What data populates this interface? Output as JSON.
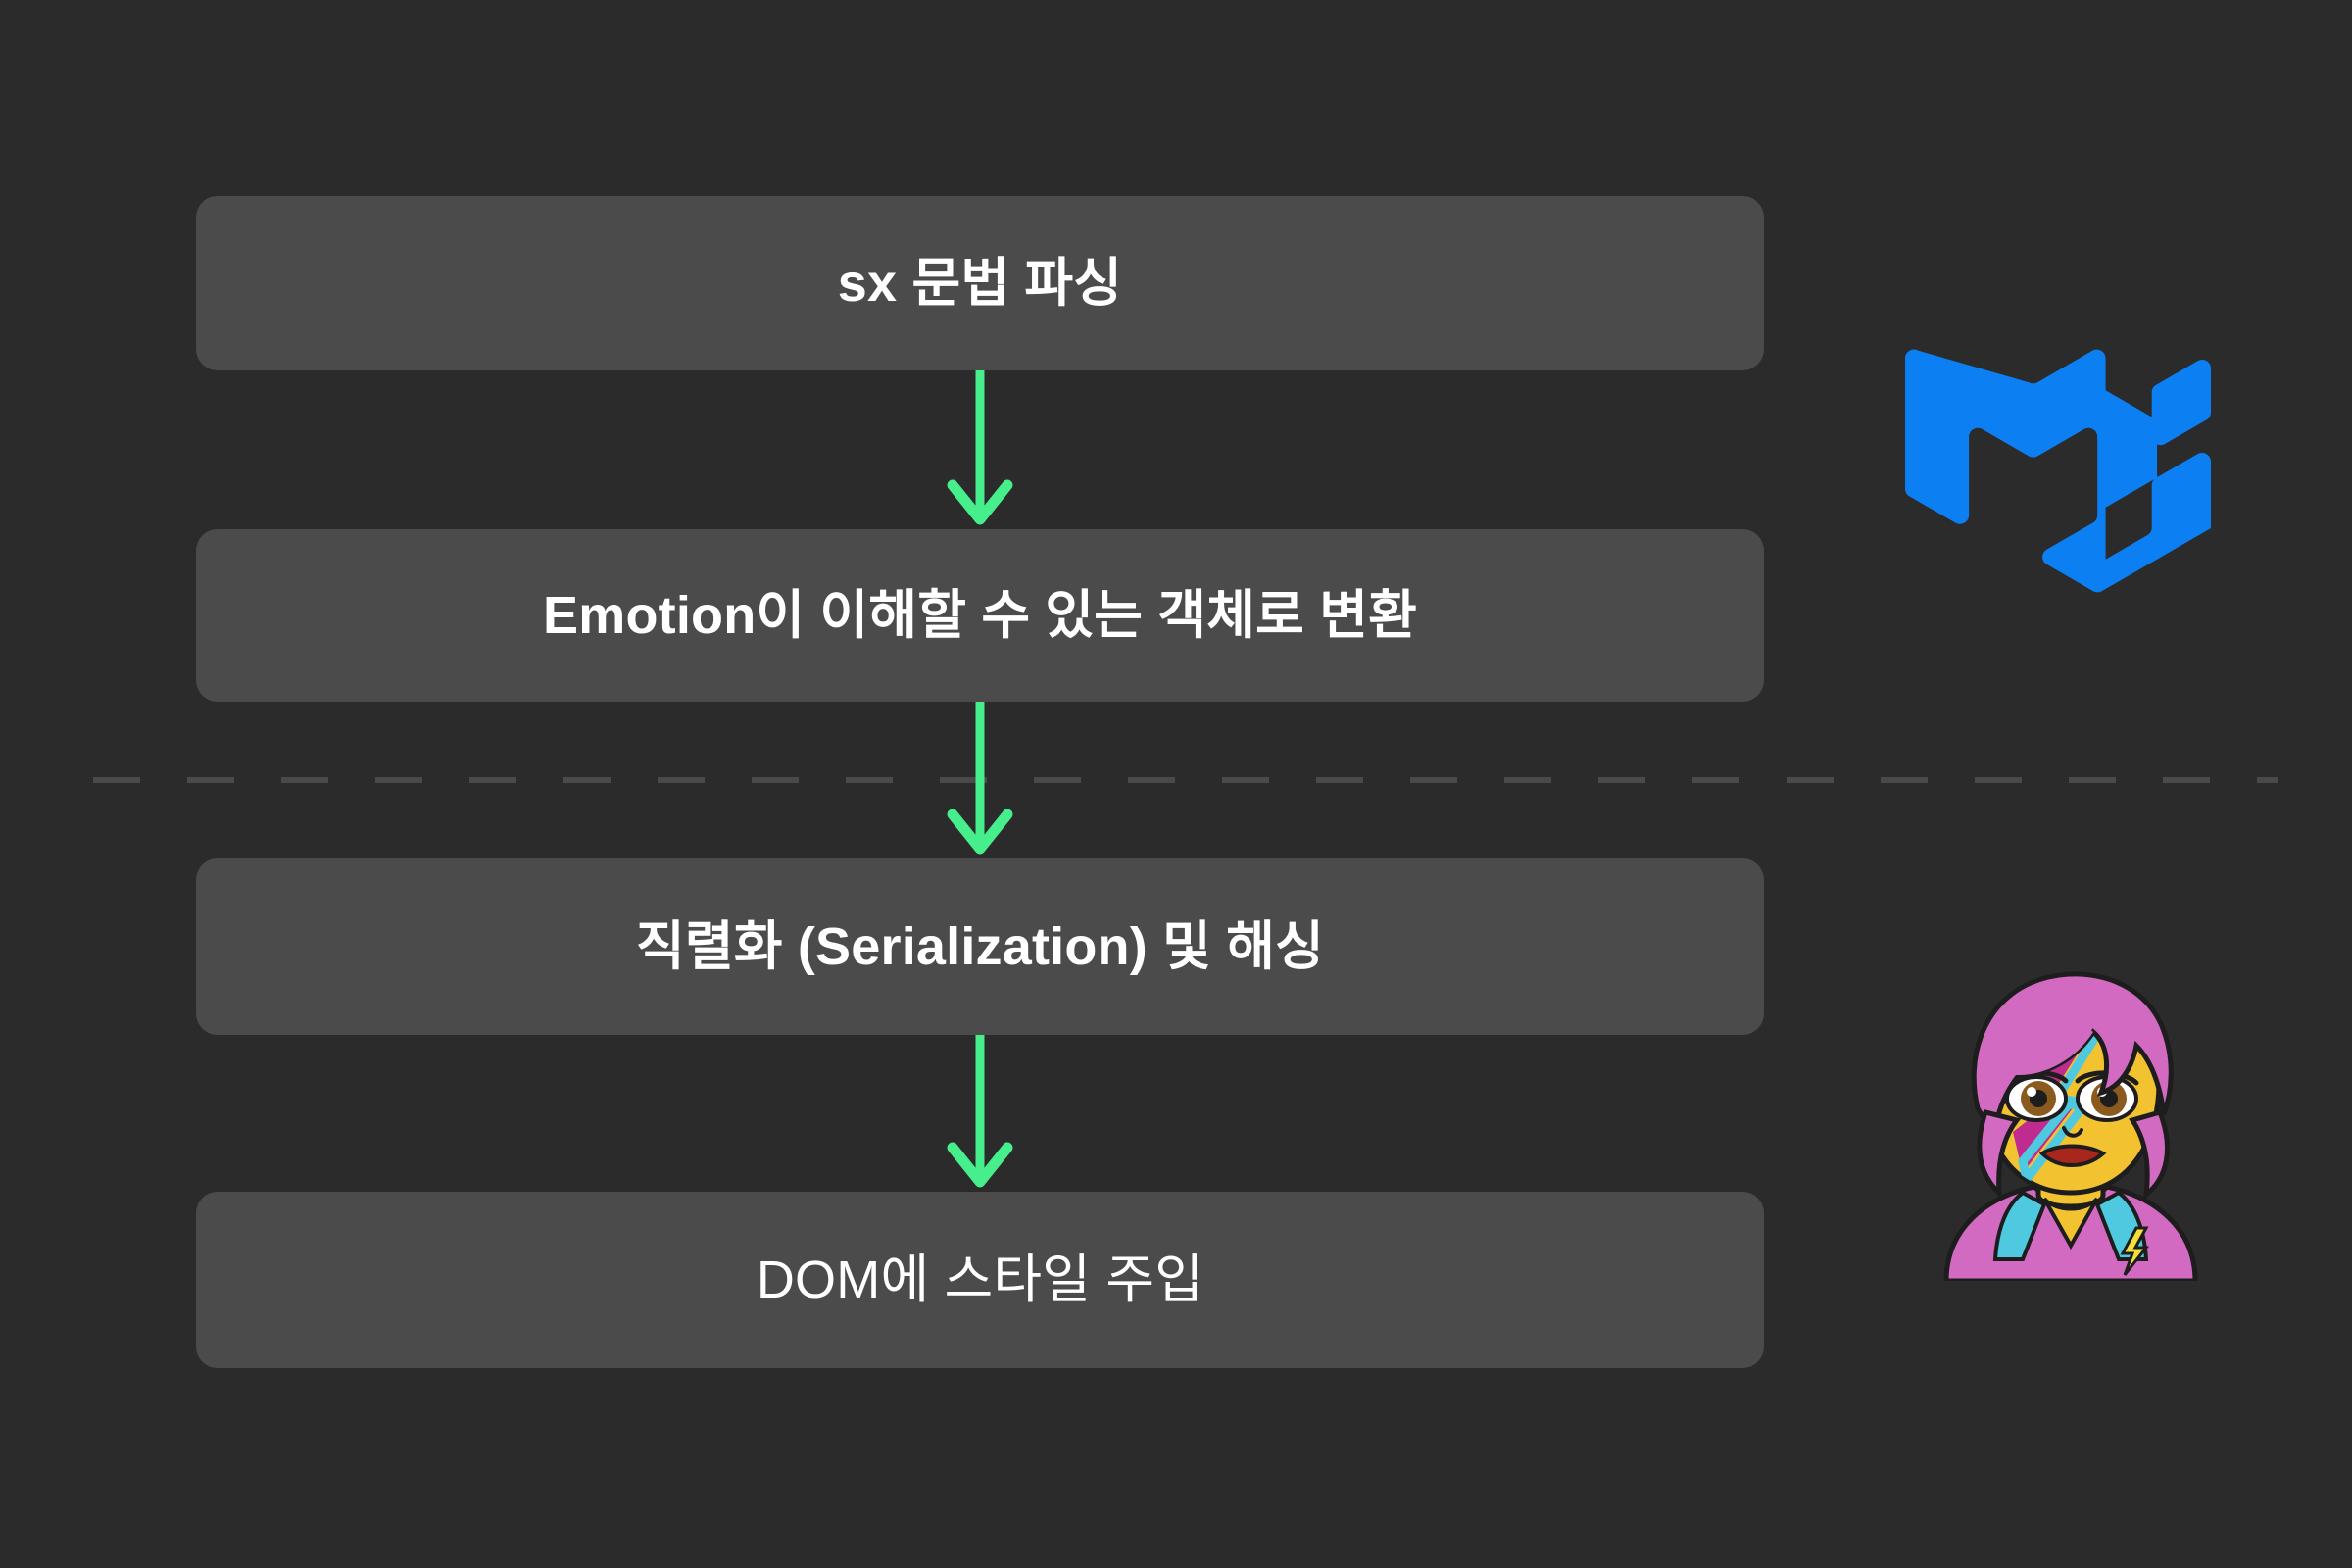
{
  "page": {
    "background_color": "#2b2b2b",
    "node_color": "#4b4b4b",
    "accent_arrow_color": "#46ee8c",
    "divider_color": "#4a4a4a",
    "text_color": "#ffffff"
  },
  "flow": {
    "nodes": [
      {
        "id": "node-1",
        "label": "sx 문법 파싱"
      },
      {
        "id": "node-2",
        "label": "Emotion이 이해할 수 있는 객체로 변환"
      },
      {
        "id": "node-3",
        "label": "직렬화 (Serialization) 및 해싱"
      },
      {
        "id": "node-4",
        "label": "DOM에 스타일 주입"
      }
    ],
    "arrows": [
      {
        "id": "arrow-1",
        "from": "node-1",
        "to": "node-2",
        "direction": "down"
      },
      {
        "id": "arrow-2",
        "from": "node-2",
        "to": "node-3",
        "direction": "down"
      },
      {
        "id": "arrow-3",
        "from": "node-3",
        "to": "node-4",
        "direction": "down"
      }
    ],
    "divider": {
      "style": "dashed",
      "orientation": "horizontal"
    }
  },
  "logos": [
    {
      "id": "mui-logo",
      "name": "mui-logo",
      "brand_color": "#0c7ff2"
    },
    {
      "id": "emotion-logo",
      "name": "emotion-logo",
      "brand_color": "#d26ac2"
    }
  ]
}
